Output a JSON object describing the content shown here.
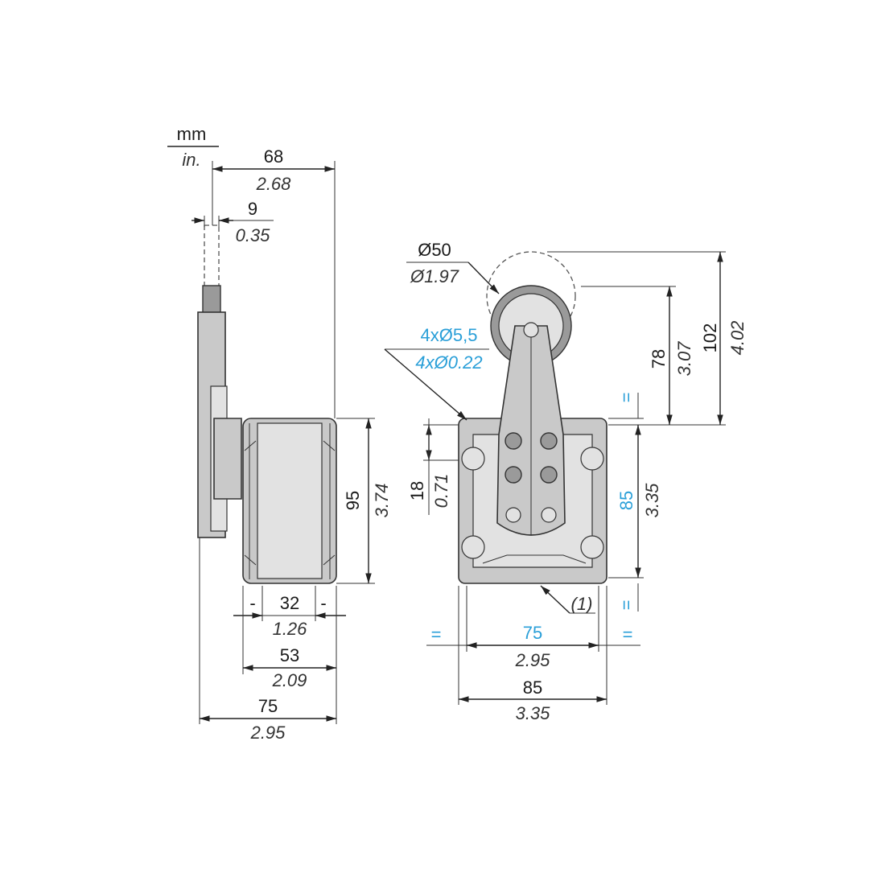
{
  "units": {
    "top": "mm",
    "bottom": "in."
  },
  "side_view": {
    "overall_width": {
      "mm": "68",
      "in": "2.68"
    },
    "lever_thickness": {
      "mm": "9",
      "in": "0.35"
    },
    "height": {
      "mm": "95",
      "in": "3.74"
    },
    "inner_width": {
      "mm": "32",
      "in": "1.26"
    },
    "inner_minus_left": "-",
    "inner_minus_right": "-",
    "body_width": {
      "mm": "53",
      "in": "2.09"
    },
    "total_width": {
      "mm": "75",
      "in": "2.95"
    }
  },
  "front_view": {
    "roller_dia": {
      "mm": "Ø50",
      "in": "Ø1.97"
    },
    "holes": {
      "mm": "4xØ5,5",
      "in": "4xØ0.22"
    },
    "roller_center_height": {
      "mm": "78",
      "in": "3.07"
    },
    "roller_top_height": {
      "mm": "102",
      "in": "4.02"
    },
    "hole_offset": {
      "mm": "18",
      "in": "0.71"
    },
    "hole_spacing_v": {
      "mm": "85",
      "in": "3.35"
    },
    "hole_spacing_h": {
      "mm": "75",
      "in": "2.95"
    },
    "body_width": {
      "mm": "85",
      "in": "3.35"
    },
    "note": "(1)",
    "equal_sign": "="
  },
  "colors": {
    "accent": "#2a9fd8",
    "body": "#c9c9c9",
    "line": "#222222"
  }
}
